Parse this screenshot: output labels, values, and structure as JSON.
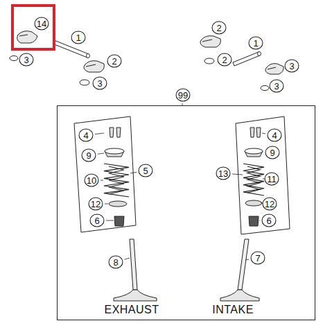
{
  "diagram": {
    "nodes": [
      {
        "text": [
          "99"
        ]
      }
    ],
    "labels": [
      "14",
      "1",
      "3",
      "2",
      "3",
      "2",
      "1",
      "2",
      "3",
      "3",
      "4",
      "9",
      "10",
      "5",
      "12",
      "6",
      "8",
      "4",
      "9",
      "13",
      "11",
      "12",
      "6",
      "7",
      "EXHAUST",
      "INTAKE"
    ]
  }
}
